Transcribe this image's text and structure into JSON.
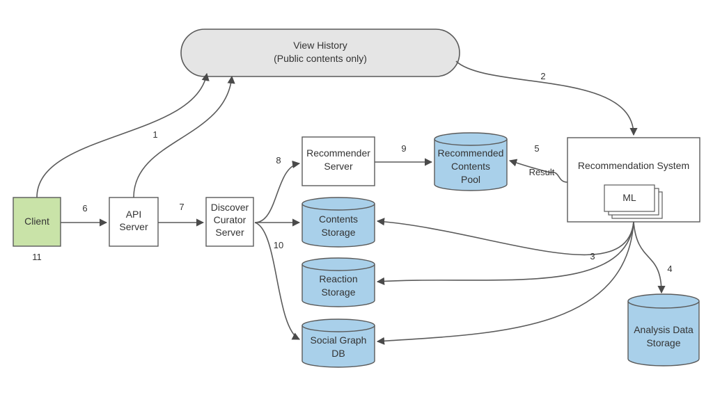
{
  "nodes": {
    "view_history": {
      "line1": "View History",
      "line2": "(Public contents only)"
    },
    "client": {
      "label": "Client"
    },
    "client_num": "11",
    "api_server": {
      "line1": "API",
      "line2": "Server"
    },
    "discover": {
      "line1": "Discover",
      "line2": "Curator",
      "line3": "Server"
    },
    "recommender_server": {
      "line1": "Recommender",
      "line2": "Server"
    },
    "recommended_pool": {
      "line1": "Recommended",
      "line2": "Contents",
      "line3": "Pool"
    },
    "rec_system": {
      "label": "Recommendation System"
    },
    "ml": {
      "label": "ML"
    },
    "contents_storage": {
      "line1": "Contents",
      "line2": "Storage"
    },
    "reaction_storage": {
      "line1": "Reaction",
      "line2": "Storage"
    },
    "social_graph": {
      "line1": "Social Graph",
      "line2": "DB"
    },
    "analysis_storage": {
      "line1": "Analysis Data",
      "line2": "Storage"
    }
  },
  "edge_labels": {
    "e1": "1",
    "e2": "2",
    "e3": "3",
    "e4": "4",
    "e5": "5",
    "e6": "6",
    "e7": "7",
    "e8": "8",
    "e9": "9",
    "e10": "10",
    "result": "Result"
  },
  "colors": {
    "client_fill": "#c9e3a8",
    "db_fill": "#a9d0ea",
    "ellipse_fill": "#e5e5e5",
    "stroke": "#5a5a5a"
  }
}
